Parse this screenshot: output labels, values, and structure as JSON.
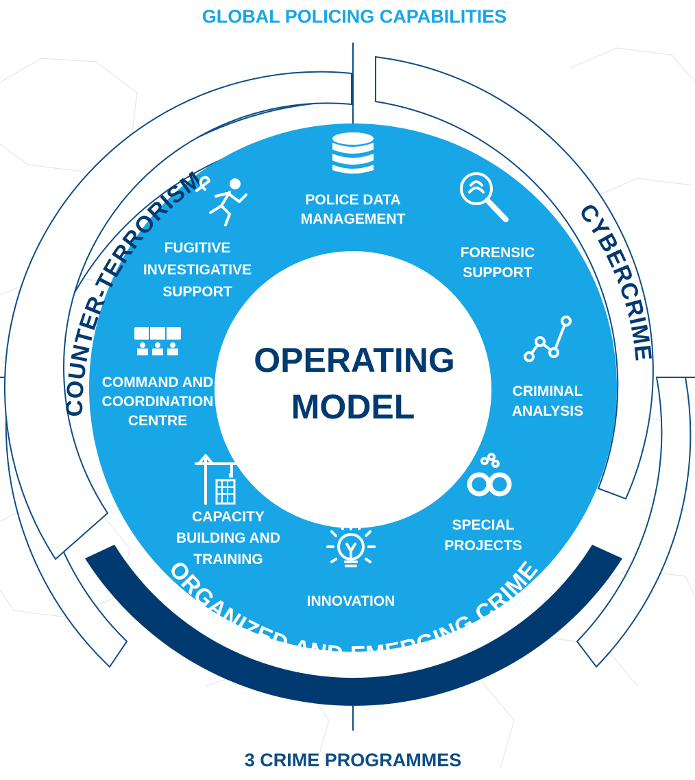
{
  "header": {
    "title": "GLOBAL POLICING CAPABILITIES"
  },
  "footer": {
    "title": "3 CRIME PROGRAMMES"
  },
  "center": {
    "line1": "OPERATING",
    "line2": "MODEL"
  },
  "programmes": {
    "counter_terrorism": "COUNTER-TERRORISM",
    "cybercrime": "CYBERCRIME",
    "organized_crime": "ORGANIZED AND EMERGING CRIME"
  },
  "capabilities": {
    "police_data": [
      "POLICE DATA",
      "MANAGEMENT"
    ],
    "forensic": [
      "FORENSIC",
      "SUPPORT"
    ],
    "criminal_analysis": [
      "CRIMINAL",
      "ANALYSIS"
    ],
    "special_projects": [
      "SPECIAL",
      "PROJECTS"
    ],
    "innovation": [
      "INNOVATION"
    ],
    "capacity": [
      "CAPACITY",
      "BUILDING AND",
      "TRAINING"
    ],
    "command": [
      "COMMAND AND",
      "COORDINATION",
      "CENTRE"
    ],
    "fugitive": [
      "FUGITIVE",
      "INVESTIGATIVE",
      "SUPPORT"
    ]
  },
  "icons": {
    "police_data": "database-icon",
    "forensic": "fingerprint-magnifier-icon",
    "criminal_analysis": "link-analysis-icon",
    "special_projects": "handcuffs-icon",
    "innovation": "lightbulb-icon",
    "capacity": "crane-building-icon",
    "command": "control-room-icon",
    "fugitive": "running-fugitive-icon"
  },
  "colors": {
    "primary": "#19a6e6",
    "navy": "#003a70",
    "segment_stroke": "#0d4d86",
    "background": "#ffffff"
  }
}
